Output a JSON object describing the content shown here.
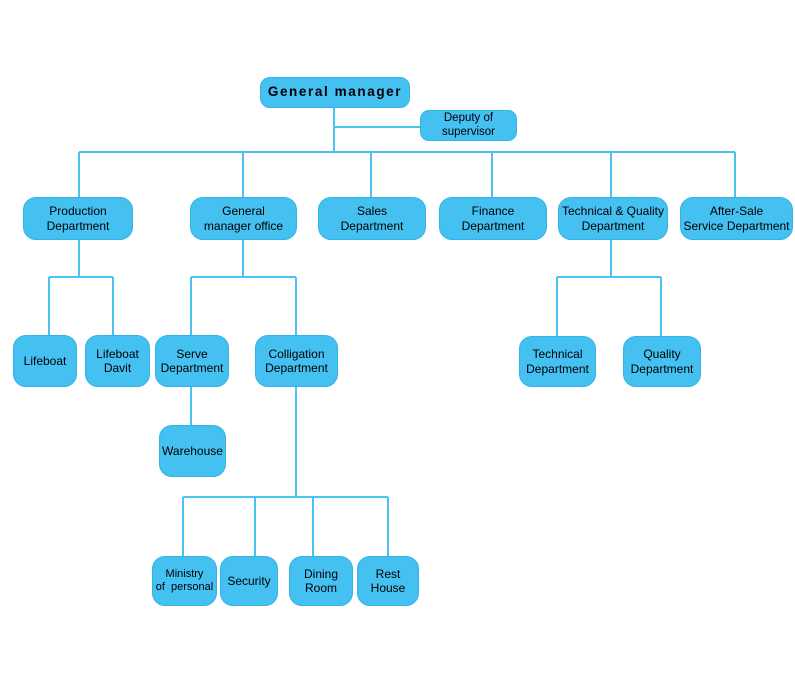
{
  "colors": {
    "node_fill": "#44C0F1",
    "node_border": "#33B2E6",
    "connector": "#4AC2F2",
    "text": "#000000",
    "background": "#FFFFFF"
  },
  "nodes": {
    "general_manager": {
      "label": "General manager",
      "reports_to": null
    },
    "deputy_of_supervisor": {
      "label": "Deputy of\nsupervisor",
      "reports_to": "General manager"
    },
    "production_department": {
      "label": "Production\nDepartment",
      "reports_to": "General manager"
    },
    "general_manager_office": {
      "label": "General\nmanager office",
      "reports_to": "General manager"
    },
    "sales_department": {
      "label": "Sales\nDepartment",
      "reports_to": "General manager"
    },
    "finance_department": {
      "label": "Finance\nDepartment",
      "reports_to": "General manager"
    },
    "technical_quality_department": {
      "label": "Technical & Quality\nDepartment",
      "reports_to": "General manager"
    },
    "after_sale_service_department": {
      "label": "After-Sale\nService Department",
      "reports_to": "General manager"
    },
    "lifeboat": {
      "label": "Lifeboat",
      "reports_to": "Production Department"
    },
    "lifeboat_davit": {
      "label": "Lifeboat\nDavit",
      "reports_to": "Production Department"
    },
    "serve_department": {
      "label": "Serve\nDepartment",
      "reports_to": "General manager office"
    },
    "colligation_department": {
      "label": "Colligation\nDepartment",
      "reports_to": "General manager office"
    },
    "warehouse": {
      "label": "Warehouse",
      "reports_to": "Serve Department"
    },
    "technical_department": {
      "label": "Technical\nDepartment",
      "reports_to": "Technical & Quality Department"
    },
    "quality_department": {
      "label": "Quality\nDepartment",
      "reports_to": "Technical & Quality Department"
    },
    "ministry_of_personal": {
      "label": "Ministry\nof  personal",
      "reports_to": "Colligation Department"
    },
    "security": {
      "label": "Security",
      "reports_to": "Colligation Department"
    },
    "dining_room": {
      "label": "Dining\nRoom",
      "reports_to": "Colligation Department"
    },
    "rest_house": {
      "label": "Rest\nHouse",
      "reports_to": "Colligation Department"
    }
  }
}
